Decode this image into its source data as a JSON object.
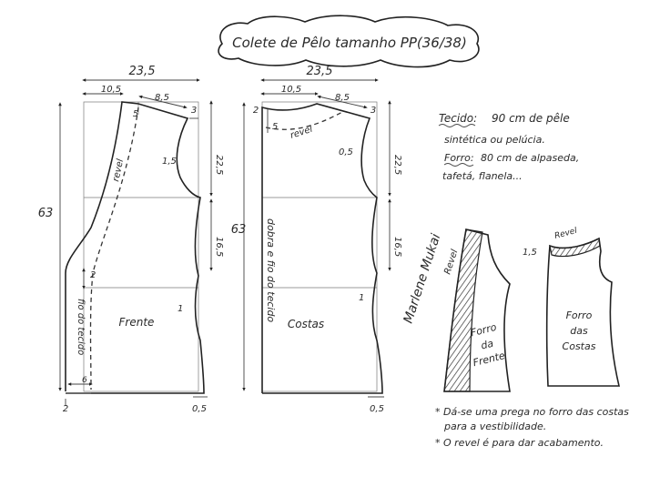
{
  "title": "Colete de Pêlo tamanho PP(36/38)",
  "front": {
    "width": "23,5",
    "neck_width": "10,5",
    "shoulder": "8,5",
    "shoulder_drop": "3",
    "neck_depth": "5",
    "armhole_depth": "22,5",
    "armhole_curve": "1,5",
    "side_length": "16,5",
    "waist_in": "1",
    "hem_out": "0,5",
    "total_length": "63",
    "dart_offset": "2",
    "facing_width": "6",
    "front_ext": "2",
    "revel_label": "revel",
    "grain_label": "fio do tecido",
    "piece_label": "Frente"
  },
  "back": {
    "width": "23,5",
    "neck_width": "10,5",
    "shoulder": "8,5",
    "shoulder_drop": "3",
    "neck_depth": "2",
    "revel_depth": "5",
    "armhole_depth": "22,5",
    "armhole_curve": "0,5",
    "side_length": "16,5",
    "waist_in": "1",
    "hem_out": "0,5",
    "total_length": "63",
    "revel_label": "revel",
    "fold_label": "dobra e fio do tecido",
    "piece_label": "Costas"
  },
  "notes": {
    "tecido_label": "Tecido:",
    "tecido_line1": "90 cm de pêle",
    "tecido_line2": "sintética ou pelúcia.",
    "forro_label": "Forro:",
    "forro_line1": "80 cm de alpaseda,",
    "forro_line2": "tafetá, flanela..."
  },
  "lining_front": {
    "revel_label": "Revel",
    "line1": "Forro",
    "line2": "da",
    "line3": "Frente"
  },
  "lining_back": {
    "revel_label": "Revel",
    "offset": "1,5",
    "line1": "Forro",
    "line2": "das",
    "line3": "Costas"
  },
  "footnotes": {
    "line1": "* Dá-se uma prega no forro das costas",
    "line2": "para a vestibilidade.",
    "line3": "* O revel é para dar acabamento."
  },
  "signature": "Marlene Mukai"
}
